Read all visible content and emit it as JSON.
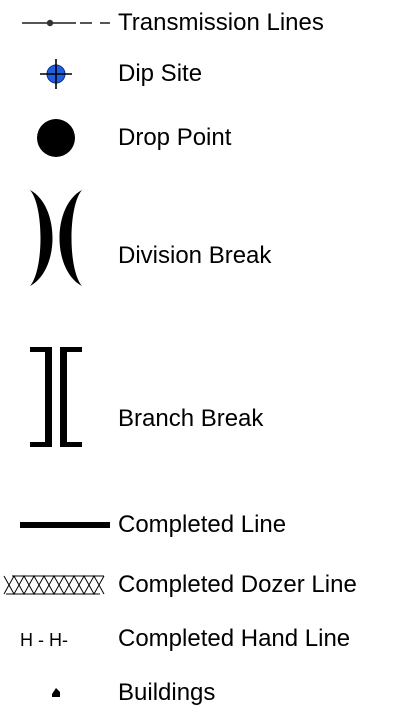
{
  "legend": {
    "items": [
      {
        "id": "transmission-lines",
        "label": "Transmission Lines",
        "icon": "transmission-line-icon"
      },
      {
        "id": "dip-site",
        "label": "Dip Site",
        "icon": "dip-site-icon",
        "color": "#1f5fe0"
      },
      {
        "id": "drop-point",
        "label": "Drop Point",
        "icon": "drop-point-icon"
      },
      {
        "id": "division-break",
        "label": "Division Break",
        "icon": "division-break-icon"
      },
      {
        "id": "branch-break",
        "label": "Branch Break",
        "icon": "branch-break-icon"
      },
      {
        "id": "completed-line",
        "label": "Completed Line",
        "icon": "completed-line-icon"
      },
      {
        "id": "completed-dozer-line",
        "label": "Completed Dozer Line",
        "icon": "dozer-line-icon"
      },
      {
        "id": "completed-hand-line",
        "label": "Completed Hand Line",
        "icon": "hand-line-icon",
        "symbol_text": "H - H-"
      },
      {
        "id": "buildings",
        "label": "Buildings",
        "icon": "building-icon"
      }
    ]
  }
}
